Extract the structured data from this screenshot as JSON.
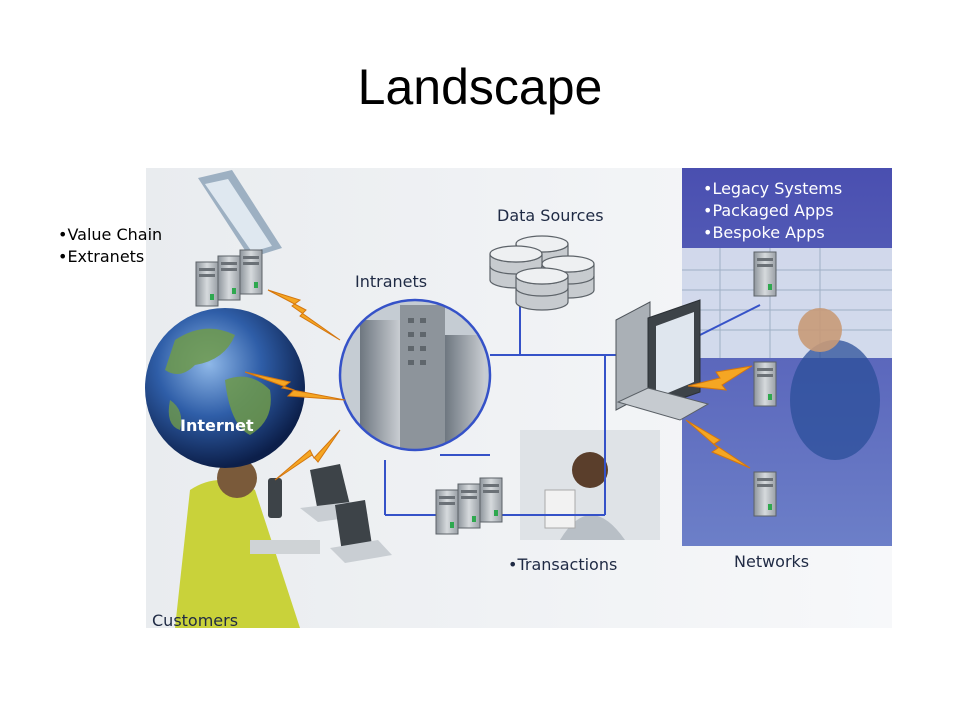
{
  "title": "Landscape",
  "labels": {
    "value_chain": "Value Chain",
    "extranets": "Extranets",
    "data_sources": "Data Sources",
    "intranets": "Intranets",
    "internet": "Internet",
    "transactions": "Transactions",
    "networks": "Networks",
    "customers": "Customers",
    "legacy": [
      "Legacy Systems",
      "Packaged Apps",
      "Bespoke Apps"
    ]
  },
  "colors": {
    "network_line": "#3552c8",
    "panel_blue": "#4a55b8",
    "lightning": "#f5a623",
    "server": "#b9bec4"
  }
}
